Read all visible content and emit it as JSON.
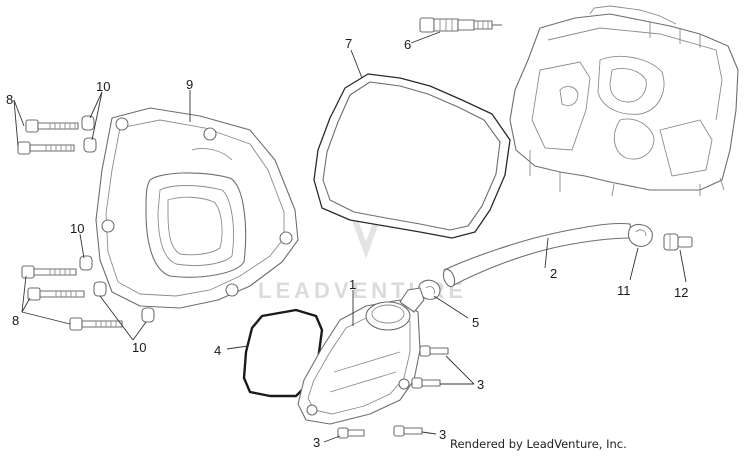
{
  "callouts": {
    "c1": "1",
    "c2": "2",
    "c3a": "3",
    "c3b": "3",
    "c3c": "3",
    "c4": "4",
    "c6": "6",
    "c7": "7",
    "c8a": "8",
    "c8b": "8",
    "c9": "9",
    "c10a": "10",
    "c10b": "10",
    "c10c": "10",
    "c11": "11",
    "c12": "12",
    "c5": "5"
  },
  "watermark": "LEADVENTURE",
  "credit": "Rendered by LeadVenture, Inc.",
  "colors": {
    "line": "#6e6e6e",
    "dark_line": "#2a2a2a",
    "watermark": "#d8d8d8"
  }
}
